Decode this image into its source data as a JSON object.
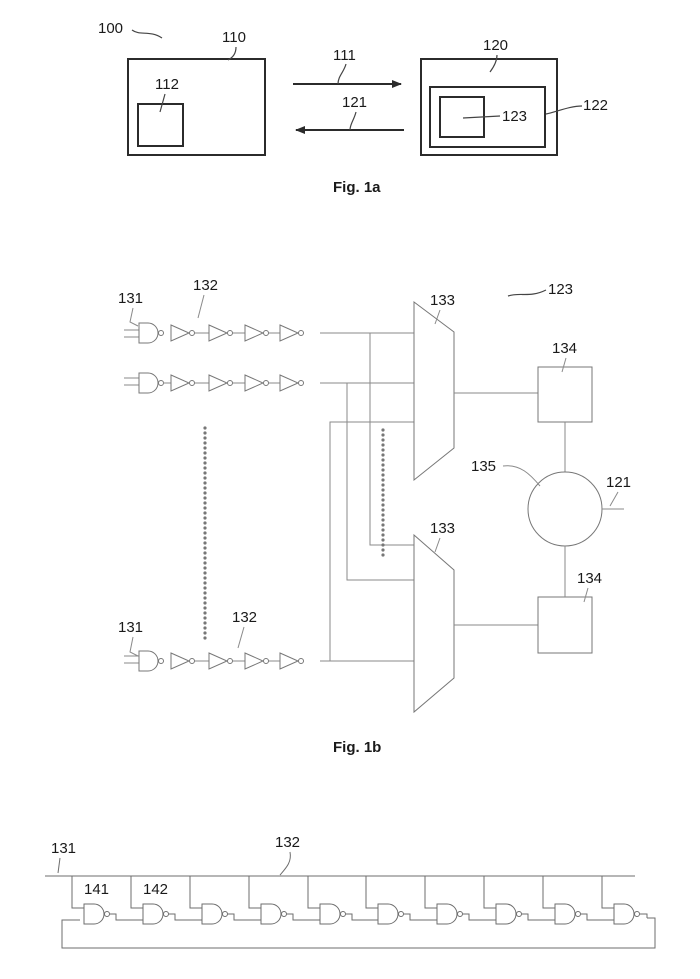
{
  "fig1a": {
    "caption": "Fig. 1a",
    "labels": {
      "system": "100",
      "device_a": "110",
      "device_a_inner": "112",
      "device_b": "120",
      "device_b_module": "122",
      "device_b_inner": "123",
      "arrow_forward": "111",
      "arrow_back": "121"
    }
  },
  "fig1b": {
    "caption": "Fig. 1b",
    "labels": {
      "circuit": "123",
      "gate_top": "131",
      "chain_top": "132",
      "gate_bottom": "131",
      "chain_bottom": "132",
      "mux_top": "133",
      "mux_bottom": "133",
      "counter_top": "134",
      "counter_bottom": "134",
      "comparator": "135",
      "output": "121"
    }
  },
  "fig1c": {
    "labels": {
      "enable": "131",
      "ring": "132",
      "gate_first": "141",
      "gate_second": "142"
    }
  },
  "colors": {
    "ink": "#2b2b2b",
    "light_ink": "#8a8a8a",
    "paper": "#ffffff"
  }
}
